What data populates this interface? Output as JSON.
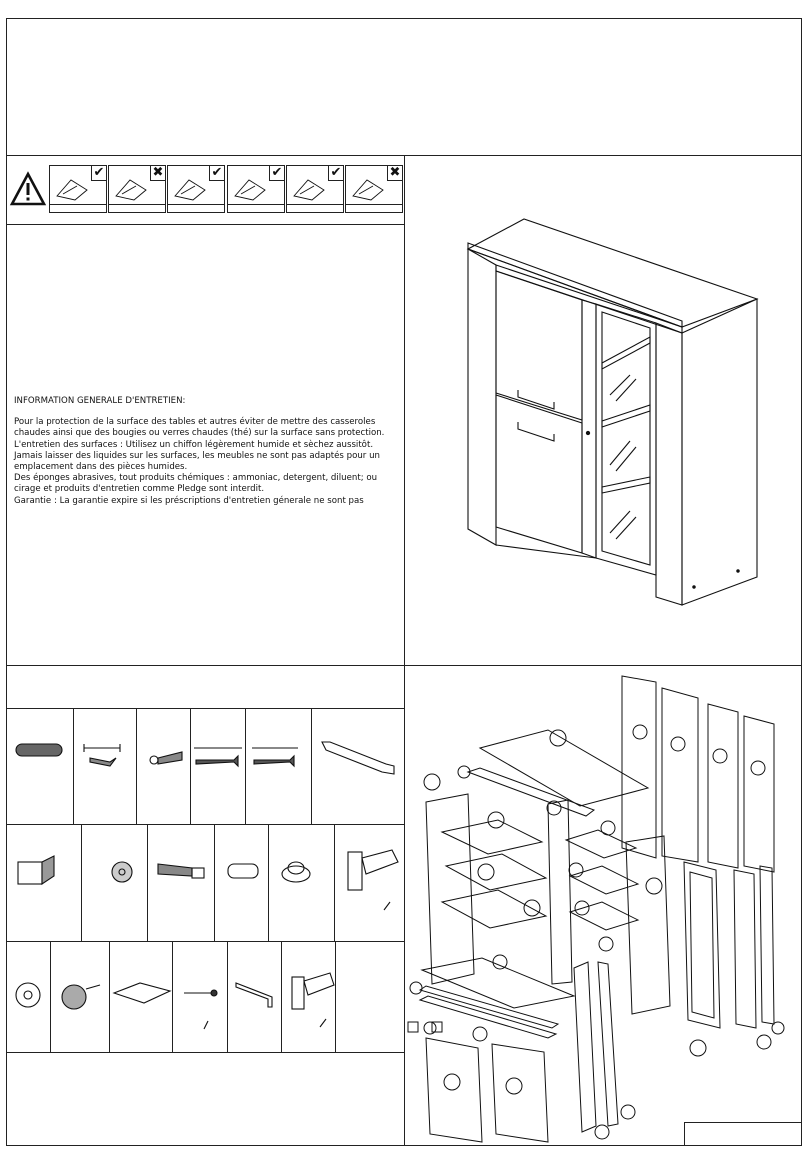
{
  "warning_icons": [
    {
      "icon": "rag-cloth-icon",
      "mark": "✔"
    },
    {
      "icon": "chemical-hazard-icon",
      "mark": "✖"
    },
    {
      "icon": "sun-exposure-icon",
      "mark": "✔"
    },
    {
      "icon": "umbrella-moisture-icon",
      "mark": "✔"
    },
    {
      "icon": "fragile-handle-icon",
      "mark": "✔"
    },
    {
      "icon": "sharp-tool-icon",
      "mark": "✖"
    }
  ],
  "maintenance": {
    "title": "INFORMATION GENERALE D'ENTRETIEN:",
    "lines": [
      "Pour la protection de la surface des tables et autres éviter de mettre des casseroles",
      "chaudes ainsi que des bougies ou verres chaudes (thé) sur la surface sans protection.",
      "L'entretien des surfaces : Utilisez un chiffon légèrement humide et sèchez aussitôt.",
      "Jamais laisser des liquides sur les surfaces, les meubles ne sont pas adaptés pour un",
      "emplacement dans des pièces humides.",
      "Des éponges abrasives, tout produits chémiques : ammoniac, detergent, diluent; ou",
      "cirage et produits d'entretien comme Pledge sont interdit.",
      "Garantie : La garantie expire si les préscriptions d'entretien génerale ne sont pas"
    ]
  },
  "hardware_rows": [
    [
      "dowel-icon",
      "screw-icon",
      "short-screw-icon",
      "long-screw-icon",
      "long-screw-2-icon",
      "handle-icon"
    ],
    [
      "knob-icon",
      "cam-lock-icon",
      "cam-bolt-icon",
      "shelf-pin-icon",
      "shelf-support-icon",
      "hinge-icon"
    ],
    [
      "bumper-pad-icon",
      "nail-glide-icon",
      "mounting-plate-icon",
      "small-nail-icon",
      "allen-key-icon",
      "hinge-2-icon"
    ]
  ]
}
